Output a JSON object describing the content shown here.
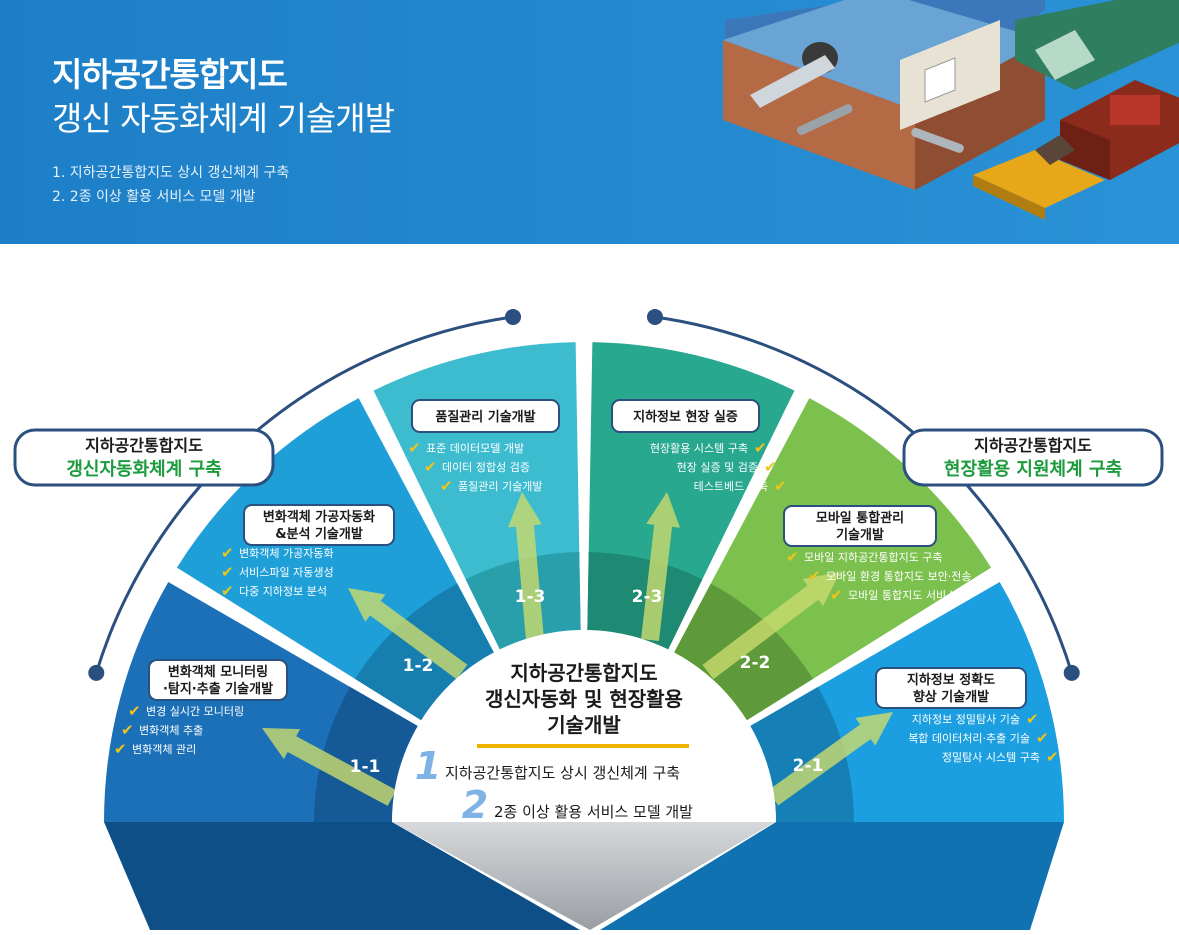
{
  "banner": {
    "title_line1": "지하공간통합지도",
    "title_line2": "갱신 자동화체계 기술개발",
    "subtitle_items": [
      "1. 지하공간통합지도 상시 갱신체계 구축",
      "2. 2종 이상 활용 서비스 모델 개발"
    ]
  },
  "side_labels": {
    "left": {
      "line1": "지하공간통합지도",
      "line2": "갱신자동화체계 구축"
    },
    "right": {
      "line1": "지하공간통합지도",
      "line2": "현장활용 지원체계 구축"
    }
  },
  "center": {
    "title_lines": [
      "지하공간통합지도",
      "갱신자동화 및 현장활용",
      "기술개발"
    ],
    "items": [
      {
        "num": "1",
        "text": "지하공간통합지도 상시 갱신체계 구축"
      },
      {
        "num": "2",
        "text": "2종 이상 활용 서비스 모델 개발"
      }
    ]
  },
  "segments": [
    {
      "id": "1-1",
      "title_lines": [
        "변화객체 모니터링",
        "·탐지·추출 기술개발"
      ],
      "items": [
        "변경 실시간 모니터링",
        "변화객체 추출",
        "변화객체 관리"
      ]
    },
    {
      "id": "1-2",
      "title_lines": [
        "변화객체 가공자동화",
        "&분석 기술개발"
      ],
      "items": [
        "변화객체 가공자동화",
        "서비스파일 자동생성",
        "다중 지하정보 분석"
      ]
    },
    {
      "id": "1-3",
      "title_lines": [
        "품질관리 기술개발"
      ],
      "items": [
        "표준 데이터모델 개발",
        "데이터 정합성 검증",
        "품질관리 기술개발"
      ]
    },
    {
      "id": "2-3",
      "title_lines": [
        "지하정보 현장 실증"
      ],
      "items": [
        "현장활용 시스템 구축",
        "현장 실증 및 검증",
        "테스트베드 구축"
      ]
    },
    {
      "id": "2-2",
      "title_lines": [
        "모바일 통합관리",
        "기술개발"
      ],
      "items": [
        "모바일 지하공간통합지도  구축",
        "모바일 환경 통합지도 보안·전송",
        "모바일 통합지도 서비스"
      ]
    },
    {
      "id": "2-1",
      "title_lines": [
        "지하정보 정확도",
        "향상 기술개발"
      ],
      "items": [
        "지하정보 정밀탐사 기술",
        "복합 데이터처리·추출 기술",
        "정밀탐사 시스템 구축"
      ]
    }
  ],
  "colors": {
    "banner_blue": "#2188cc",
    "seg_1_1": "#1b70b8",
    "seg_1_2": "#1f9fd8",
    "seg_1_3": "#3dbcd0",
    "seg_2_3": "#27a88f",
    "seg_2_2": "#7cc04e",
    "seg_2_1": "#1c9fe0",
    "check": "#f0c419",
    "label_green": "#1b9b3c",
    "navy_border": "#2b4f7e"
  },
  "icons": [
    "check-icon",
    "arrow-icon"
  ]
}
